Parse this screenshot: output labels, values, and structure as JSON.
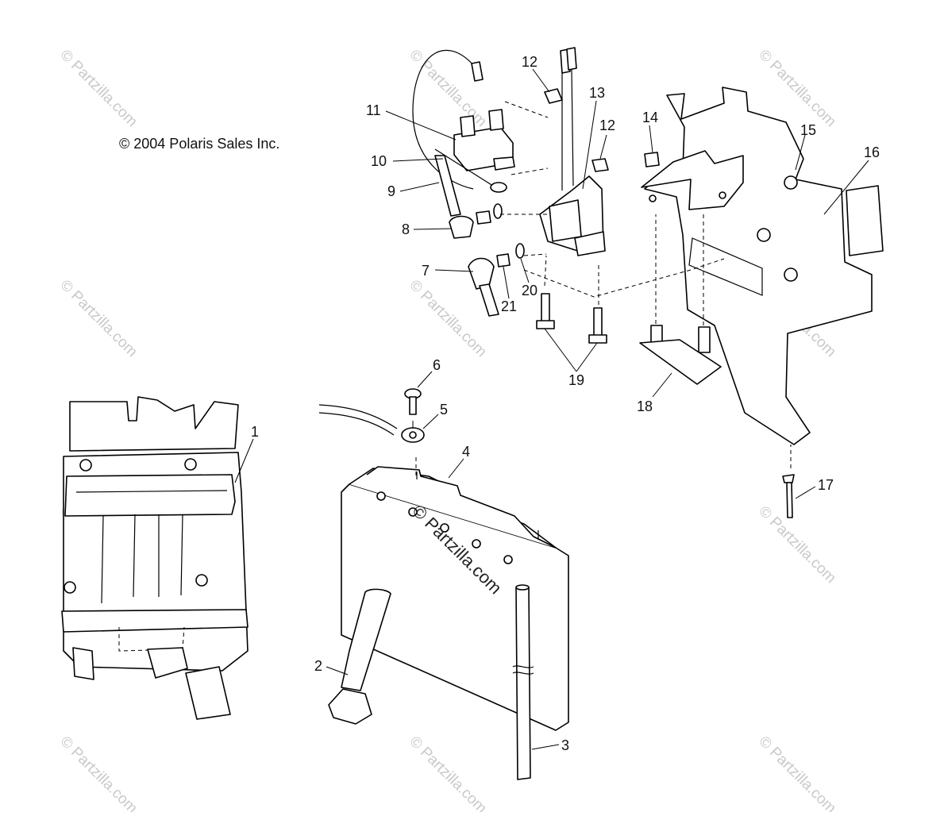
{
  "copyright": "© 2004 Polaris Sales Inc.",
  "watermark": {
    "text": "© Partzilla.com",
    "color": "#c9c9c9"
  },
  "callouts": [
    "1",
    "2",
    "3",
    "4",
    "5",
    "6",
    "7",
    "8",
    "9",
    "10",
    "11",
    "12",
    "12",
    "13",
    "14",
    "15",
    "16",
    "17",
    "18",
    "19",
    "20",
    "21"
  ]
}
